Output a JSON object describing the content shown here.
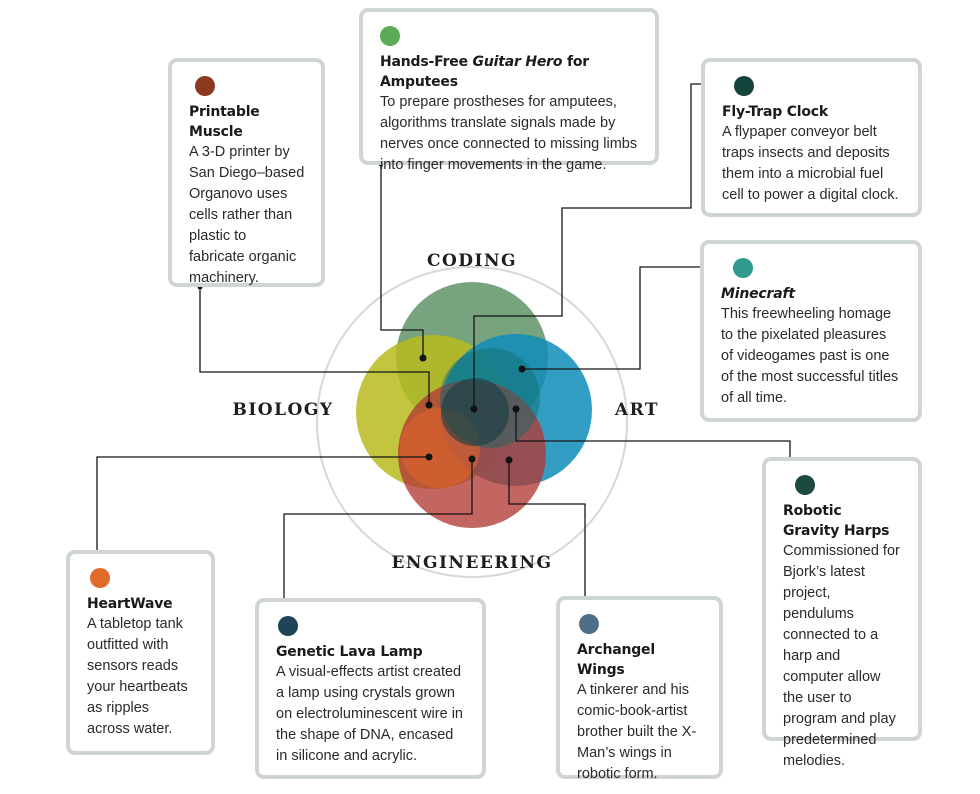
{
  "fields": {
    "coding": "CODING",
    "biology": "BIOLOGY",
    "art": "ART",
    "engineering": "ENGINEERING"
  },
  "colors": {
    "coding_circle": "#5a8f63",
    "biology_circle": "#b9bb1d",
    "art_circle": "#0f8db9",
    "engineering_circle": "#b23a35",
    "card_border": "#cfd5d3"
  },
  "projects": {
    "printable_muscle": {
      "title": "Printable Muscle",
      "body": "A 3-D printer by San Diego–based Organovo uses cells rather than plastic to fabricate organic machinery.",
      "dot_color": "#8b3a1f"
    },
    "guitar_hero": {
      "title_prefix": "Hands-Free ",
      "title_em": "Guitar Hero",
      "title_suffix": " for Amputees",
      "body": "To prepare prostheses for amputees, algorithms translate signals made by nerves once connected to missing limbs into finger movements in the game.",
      "dot_color": "#5bab57"
    },
    "flytrap_clock": {
      "title": "Fly-Trap Clock",
      "body": "A flypaper conveyor belt traps insects and deposits them into a microbial fuel cell to power a digital clock.",
      "dot_color": "#14433c"
    },
    "minecraft": {
      "title": "Minecraft",
      "body": "This freewheeling homage to the pixelated pleasures of videogames past is one of the most successful titles of all time.",
      "dot_color": "#2e9b8e"
    },
    "gravity_harps": {
      "title": "Robotic Gravity Harps",
      "body": "Commissioned for Bjork’s latest project, pendulums connected to a harp and computer allow the user to program and play predetermined melodies.",
      "dot_color": "#1a4a40"
    },
    "heartwave": {
      "title": "HeartWave",
      "body": "A tabletop tank outfitted with sensors reads your heartbeats as ripples across water.",
      "dot_color": "#e06a2c"
    },
    "lava_lamp": {
      "title": "Genetic Lava Lamp",
      "body": "A visual-effects artist created a lamp using crystals grown on electroluminescent wire in the shape of DNA, encased in silicone and acrylic.",
      "dot_color": "#1d4457"
    },
    "archangel_wings": {
      "title": "Archangel Wings",
      "body": "A tinkerer and his comic-book-artist brother built the X-Man’s wings in robotic form.",
      "dot_color": "#4f6f88"
    }
  }
}
